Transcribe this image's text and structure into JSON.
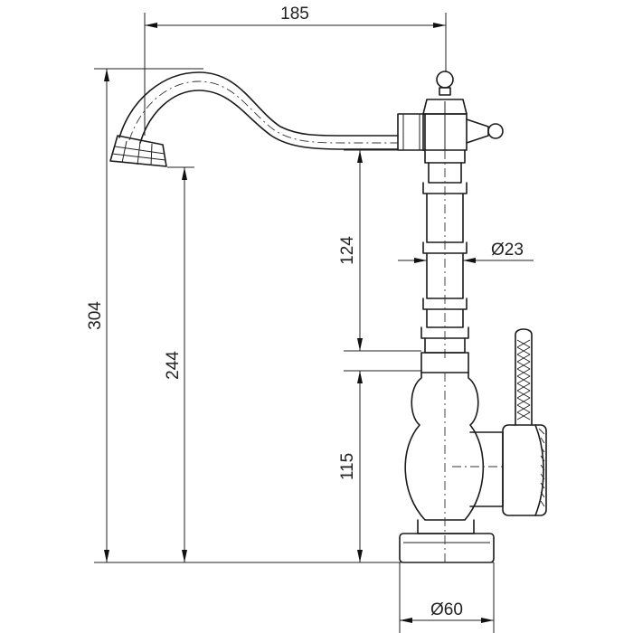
{
  "dimensions": {
    "overall_reach": "185",
    "overall_height": "304",
    "spout_height": "244",
    "body_to_spout": "124",
    "base_height": "115",
    "column_diameter": "Ø23",
    "base_diameter": "Ø60"
  },
  "colors": {
    "line": "#1a1a1a",
    "background": "#ffffff"
  }
}
